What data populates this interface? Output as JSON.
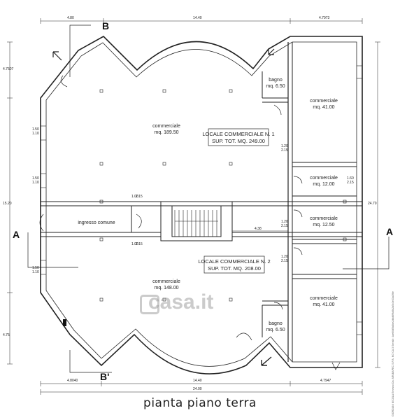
{
  "caption": "pianta piano terra",
  "section_marks": {
    "b_top": "B",
    "b_bottom": "B'",
    "a_left": "A",
    "a_right": "A"
  },
  "units": {
    "locale1": {
      "title": "LOCALE COMMERCIALE N. 1",
      "area": "SUP. TOT. MQ. 249.00"
    },
    "locale2": {
      "title": "LOCALE COMMERCIALE N. 2",
      "area": "SUP. TOT. MQ. 208.00"
    }
  },
  "rooms": {
    "comm_main1": {
      "name": "commerciale",
      "area": "mq. 189.50"
    },
    "comm_main2": {
      "name": "commerciale",
      "area": "mq. 148.00"
    },
    "comm_r1": {
      "name": "commerciale",
      "area": "mq. 41.00"
    },
    "comm_r2": {
      "name": "commerciale",
      "area": "mq. 12.00"
    },
    "comm_r3": {
      "name": "commerciale",
      "area": "mq. 12.50"
    },
    "comm_r4": {
      "name": "commerciale",
      "area": "mq. 41.00"
    },
    "bagno1": {
      "name": "bagno",
      "area": "mq. 6.50"
    },
    "bagno2": {
      "name": "bagno",
      "area": "mq. 6.50"
    },
    "ingresso": {
      "name": "ingresso comune"
    }
  },
  "dims": {
    "top_left": "4.80",
    "top_mid": "14.40",
    "top_right": "4.7973",
    "bot_left": "4.8040",
    "bot_mid": "14.40",
    "bot_right": "4.7947",
    "bot_total": "24.00",
    "left_total": "15.20",
    "left_upper": "4.7507",
    "left_lower": "4.75",
    "right_total": "24.70",
    "corridor": "4.38"
  },
  "opening_labels": {
    "w1": "1.50",
    "w1b": "1.10",
    "w2": "1.50",
    "w2b": "1.10",
    "w3": "1.50",
    "w3b": "1.10",
    "d1": "1.00",
    "d1b": "2.15",
    "d2": "1.00",
    "d2b": "2.15",
    "d3": "1.20",
    "d3b": "2.15",
    "d4": "1.20",
    "d4b": "2.15",
    "d5": "1.20",
    "d5b": "2.15",
    "d6": "1.60",
    "d6b": "2.15"
  },
  "watermark": "casa.it",
  "side_note": "GIORDANI NICOLA Emesso Da: ARUBAPEC S.P.A. NG CA 3 Serial#: 4ae60d5b8be2ddd6f9a5b2a5c3e33a3f6e"
}
